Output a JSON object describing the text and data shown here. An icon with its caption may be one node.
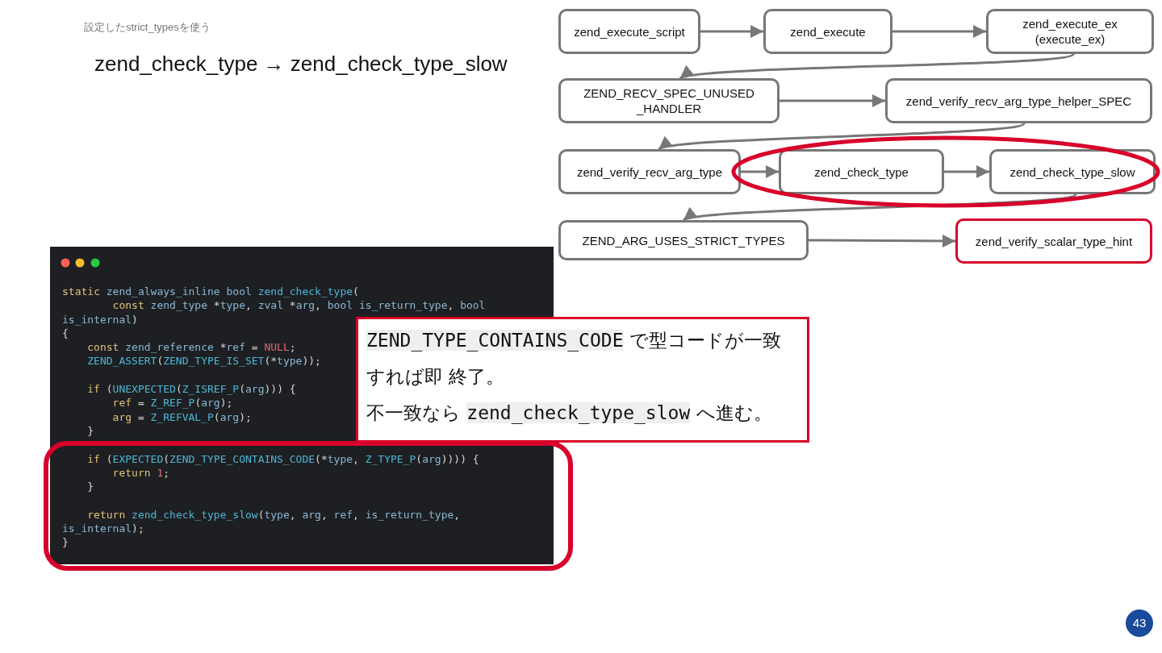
{
  "diagram": {
    "title": "zend_check_type → zend_check_type_slow",
    "nodes": [
      {
        "text": [
          "zend_execute_script"
        ]
      },
      {
        "text": [
          "zend_execute"
        ]
      },
      {
        "text": [
          "zend_execute_ex (execute_ex)"
        ]
      },
      {
        "text": [
          "ZEND_RECV_SPEC_UNUSED _HANDLER"
        ]
      },
      {
        "text": [
          "zend_verify_recv_arg_type_helper_SPEC"
        ]
      },
      {
        "text": [
          "zend_verify_recv_arg_type"
        ]
      },
      {
        "text": [
          "zend_check_type"
        ]
      },
      {
        "text": [
          "zend_check_type_slow"
        ]
      },
      {
        "text": [
          "ZEND_ARG_USES_STRICT_TYPES"
        ]
      },
      {
        "text": [
          "zend_verify_scalar_type_hint"
        ]
      },
      {
        "text": [
          "static zend_always_inline bool zend_check_type(",
          "const zend_type *type, zval *arg, bool is_return_type, bool",
          "is_internal)",
          "{",
          "const zend_reference *ref = NULL;",
          "ZEND_ASSERT(ZEND_TYPE_IS_SET(*type));",
          "if (UNEXPECTED(Z_ISREF_P(arg))) {",
          "ref = Z_REF_P(arg);",
          "arg = Z_REFVAL_P(arg);",
          "}",
          "if (EXPECTED(ZEND_TYPE_CONTAINS_CODE(*type, Z_TYPE_P(arg)))) {",
          "return 1;",
          "}",
          "return zend_check_type_slow(type, arg, ref, is_return_type,",
          "is_internal);",
          "}"
        ]
      },
      {
        "text": [
          "ZEND_TYPE_CONTAINS_CODE で型コードが一致すれば即 終了。",
          "不一致なら zend_check_type_slow へ進む。"
        ]
      }
    ],
    "edges": [
      {
        "from": 0,
        "to": 1,
        "arrow": "to"
      },
      {
        "from": 1,
        "to": 2,
        "arrow": "to"
      },
      {
        "from": 2,
        "to": 3,
        "arrow": "to"
      },
      {
        "from": 3,
        "to": 4,
        "arrow": "to"
      },
      {
        "from": 4,
        "to": 5,
        "arrow": "to"
      },
      {
        "from": 5,
        "to": 6,
        "arrow": "to"
      },
      {
        "from": 6,
        "to": 7,
        "arrow": "to"
      },
      {
        "from": 7,
        "to": 8,
        "arrow": "to"
      },
      {
        "from": 8,
        "to": 9,
        "arrow": "to"
      }
    ],
    "labels": [
      "設定したstrict_typesを使う",
      "43"
    ]
  }
}
